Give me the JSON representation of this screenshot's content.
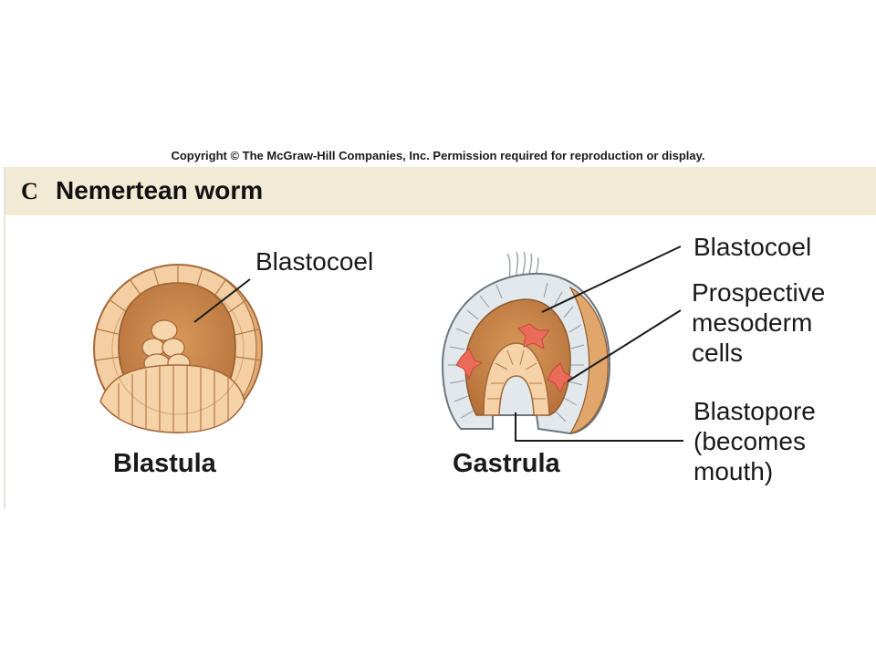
{
  "copyright": "Copyright © The McGraw-Hill Companies, Inc. Permission required for reproduction or display.",
  "panel": {
    "letter": "C",
    "title": "Nemertean worm"
  },
  "blastula": {
    "label_blastocoel": "Blastocoel",
    "caption": "Blastula"
  },
  "gastrula": {
    "label_blastocoel": "Blastocoel",
    "label_mesoderm": [
      "Prospective",
      "mesoderm",
      "cells"
    ],
    "label_blastopore": [
      "Blastopore",
      "(becomes",
      "mouth)"
    ],
    "caption": "Gastrula"
  },
  "colors": {
    "header_band": "#f3ead6",
    "cell_fill": "#f6d2a8",
    "cavity": "#c9874d",
    "ectoderm": "#e3e8ec",
    "mesoderm": "#ea6b5a"
  }
}
